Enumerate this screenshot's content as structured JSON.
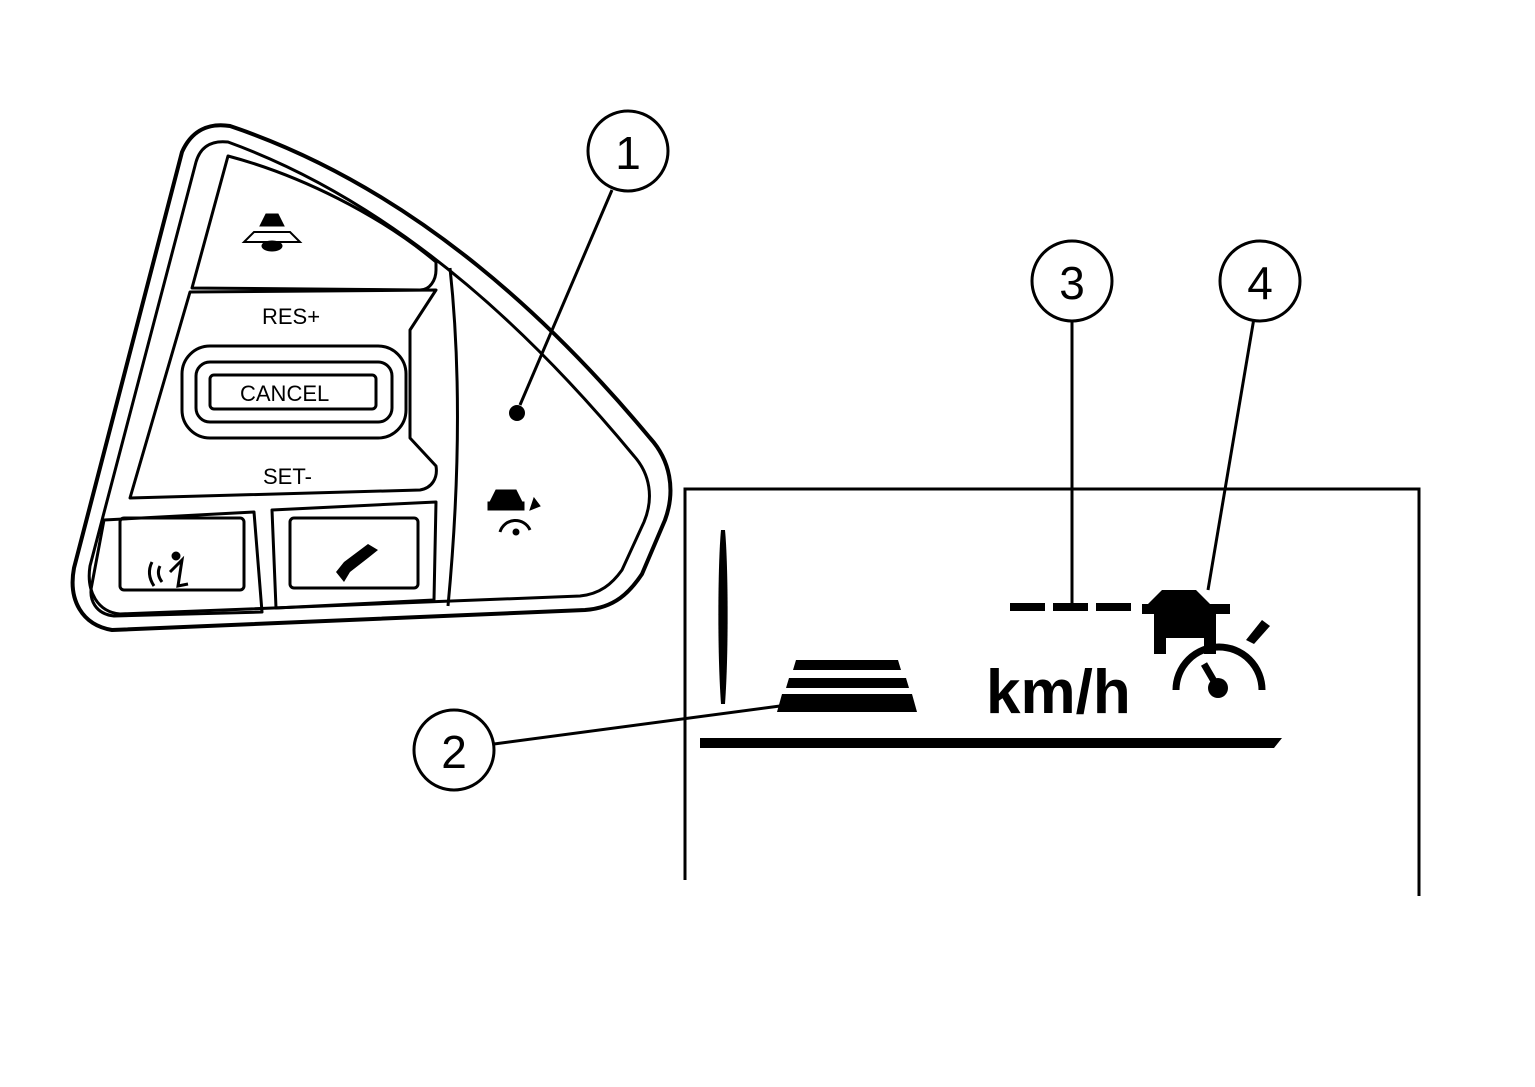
{
  "switch_panel": {
    "res_label": "RES+",
    "cancel_label": "CANCEL",
    "set_label": "SET-",
    "icons": [
      "distance-icon",
      "voice-icon",
      "phone-icon",
      "intelligent-cruise-icon"
    ]
  },
  "display": {
    "speed_unit": "km/h",
    "icons": [
      "distance-bars-icon",
      "set-speed-dashes",
      "vehicle-ahead-icon",
      "speedometer-icon"
    ]
  },
  "callouts": [
    "1",
    "2",
    "3",
    "4"
  ],
  "colors": {
    "ink": "#000000",
    "background": "#ffffff"
  }
}
